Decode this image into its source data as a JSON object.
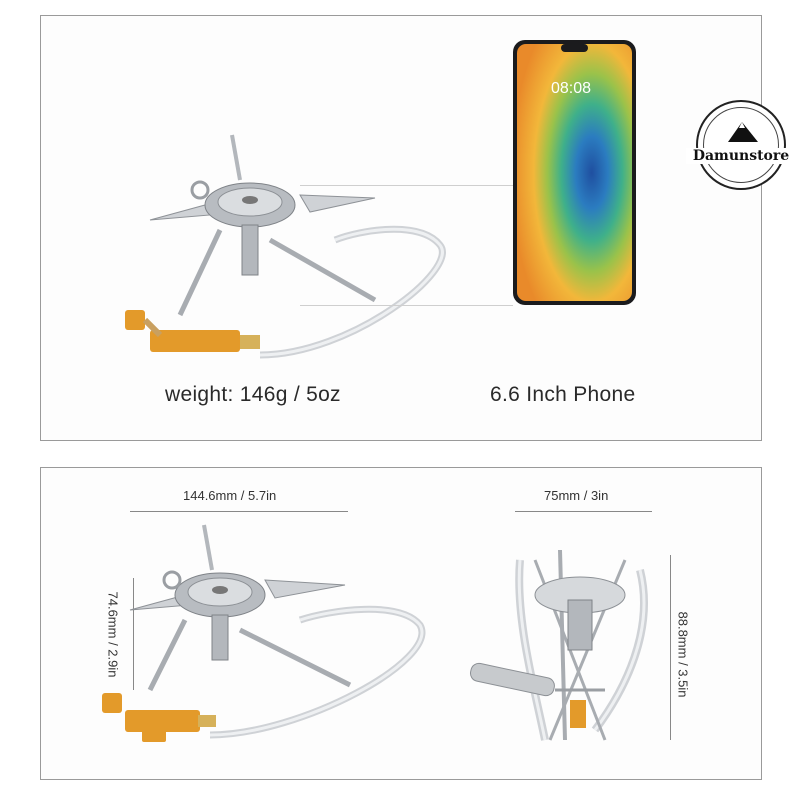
{
  "top_panel": {
    "weight_caption": "weight: 146g / 5oz",
    "phone_caption": "6.6 Inch Phone",
    "phone_time": "08:08"
  },
  "bottom_panel": {
    "width_label": "144.6mm / 5.7in",
    "height_label": "74.6mm / 2.9in",
    "folded_width_label": "75mm / 3in",
    "folded_height_label": "88.8mm / 3.5in"
  },
  "logo": {
    "name": "Damunstore"
  },
  "colors": {
    "border": "#9a9a9a",
    "steel": "#c8cbd0",
    "brass": "#e39a2a",
    "hose": "#d9dbde"
  },
  "icons": [
    "stove-image",
    "phone-image",
    "folded-stove-image",
    "store-logo"
  ]
}
